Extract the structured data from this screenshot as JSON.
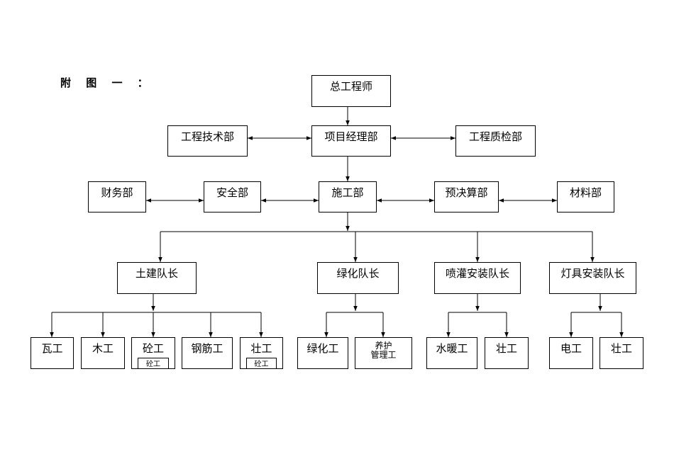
{
  "caption": "附 图 一 ：",
  "chief_engineer": "总工程师",
  "project_manager_dept": "项目经理部",
  "tech_dept": "工程技术部",
  "quality_dept": "工程质检部",
  "finance_dept": "财务部",
  "safety_dept": "安全部",
  "construction_dept": "施工部",
  "budget_dept": "预决算部",
  "material_dept": "材料部",
  "teams": {
    "civil": "土建队长",
    "greening": "绿化队长",
    "plumbing": "喷灌安装队长",
    "lighting": "灯具安装队长"
  },
  "workers": {
    "tile": "瓦工",
    "carpenter": "木工",
    "concrete": "砼工",
    "concrete_sub": "砼工",
    "rebar": "钢筋工",
    "laborer_1": "壮工",
    "laborer_1_sub": "砼工",
    "greening": "绿化工",
    "maintenance_line1": "养护",
    "maintenance_line2": "管理工",
    "plumber": "水暖工",
    "laborer_2": "壮工",
    "electrician": "电工",
    "laborer_3": "壮工"
  }
}
